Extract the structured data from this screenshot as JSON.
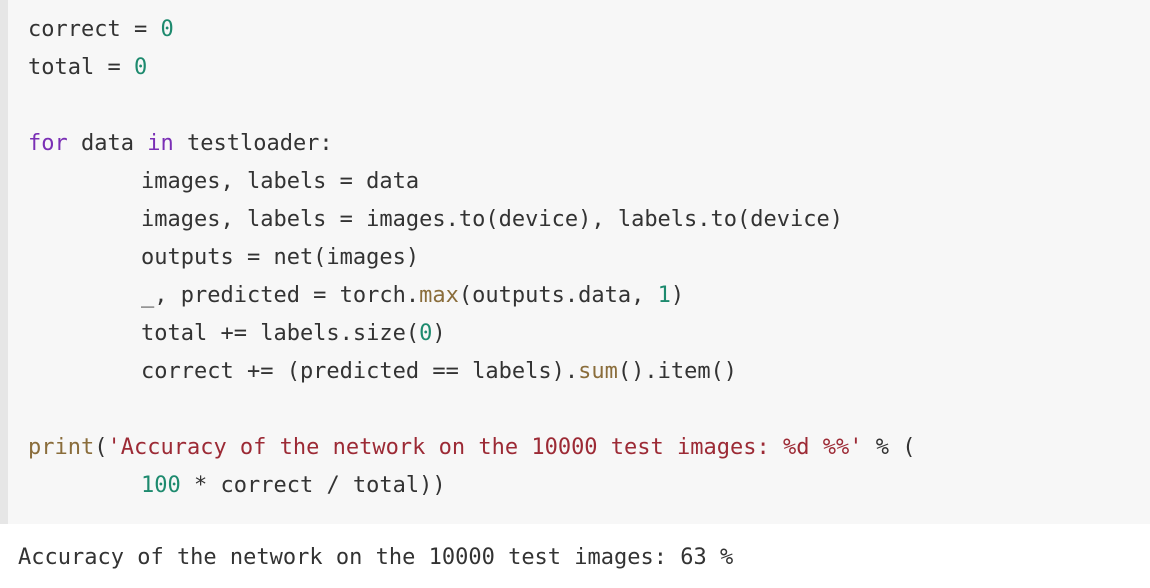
{
  "code": {
    "lines": [
      [
        {
          "t": "correct",
          "c": "plain"
        },
        {
          "t": " = ",
          "c": "plain"
        },
        {
          "t": "0",
          "c": "num"
        }
      ],
      [
        {
          "t": "total",
          "c": "plain"
        },
        {
          "t": " = ",
          "c": "plain"
        },
        {
          "t": "0",
          "c": "num"
        }
      ],
      [],
      [
        {
          "t": "for",
          "c": "kw"
        },
        {
          "t": " data ",
          "c": "plain"
        },
        {
          "t": "in",
          "c": "kw"
        },
        {
          "t": " testloader:",
          "c": "plain"
        }
      ],
      [
        {
          "t": "images, labels = data",
          "c": "plain"
        }
      ],
      [
        {
          "t": "images, labels = images.to(device), labels.to(device)",
          "c": "plain"
        }
      ],
      [
        {
          "t": "outputs = net(images)",
          "c": "plain"
        }
      ],
      [
        {
          "t": "_, predicted = torch.",
          "c": "plain"
        },
        {
          "t": "max",
          "c": "fn"
        },
        {
          "t": "(outputs.data, ",
          "c": "plain"
        },
        {
          "t": "1",
          "c": "num"
        },
        {
          "t": ")",
          "c": "plain"
        }
      ],
      [
        {
          "t": "total += labels.size(",
          "c": "plain"
        },
        {
          "t": "0",
          "c": "num"
        },
        {
          "t": ")",
          "c": "plain"
        }
      ],
      [
        {
          "t": "correct += (predicted == labels).",
          "c": "plain"
        },
        {
          "t": "sum",
          "c": "fn"
        },
        {
          "t": "().item()",
          "c": "plain"
        }
      ],
      [],
      [
        {
          "t": "print",
          "c": "fn"
        },
        {
          "t": "(",
          "c": "plain"
        },
        {
          "t": "'Accuracy of the network on the 10000 test images: %d %%'",
          "c": "str"
        },
        {
          "t": " % (",
          "c": "plain"
        }
      ],
      [
        {
          "t": "100",
          "c": "num"
        },
        {
          "t": " * correct / total))",
          "c": "plain"
        }
      ]
    ]
  },
  "output": {
    "text": "Accuracy of the network on the 10000 test images: 63 %"
  }
}
